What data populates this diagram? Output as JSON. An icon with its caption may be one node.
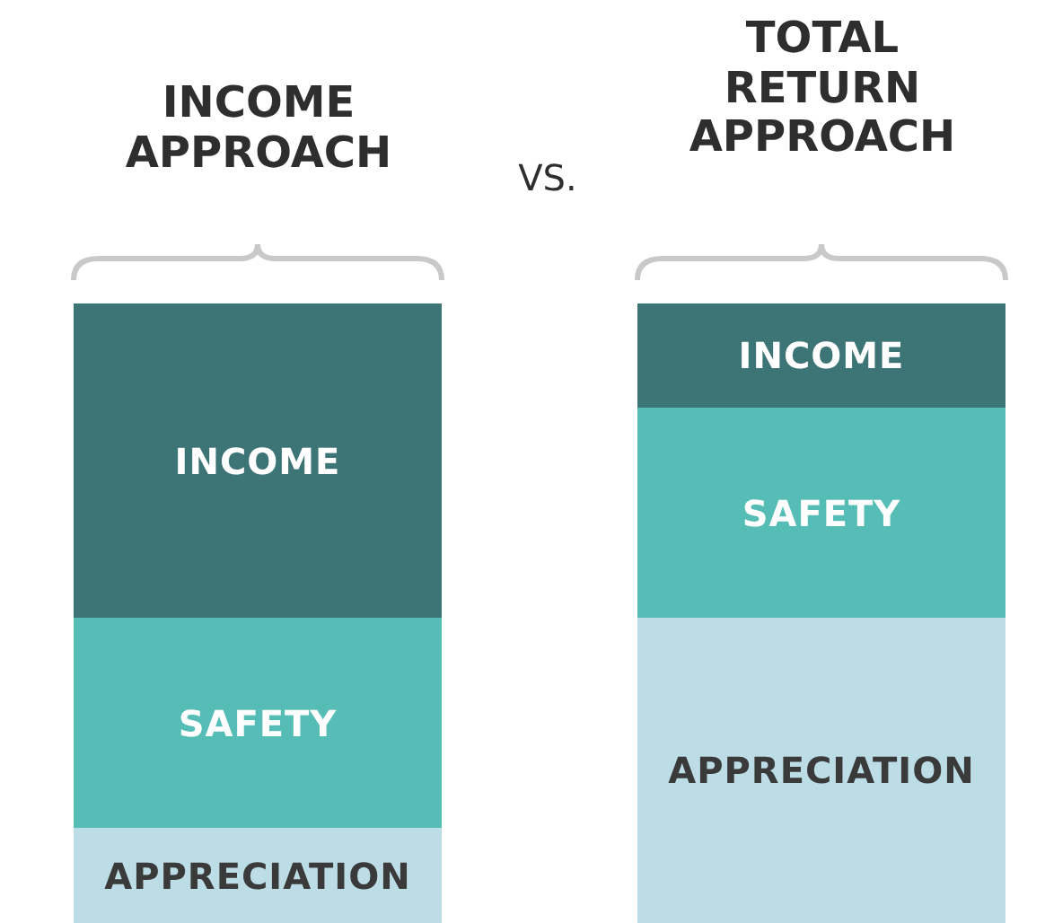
{
  "diagram": {
    "nodes": [
      {
        "text": [
          "INCOME"
        ]
      },
      {
        "text": [
          "SAFETY"
        ]
      },
      {
        "text": [
          "APPRECIATION"
        ]
      },
      {
        "text": [
          "INCOME"
        ]
      },
      {
        "text": [
          "SAFETY"
        ]
      },
      {
        "text": [
          "APPRECIATION"
        ]
      }
    ],
    "labels": [
      "INCOME APPROACH",
      "VS.",
      "TOTAL RETURN APPROACH"
    ]
  }
}
